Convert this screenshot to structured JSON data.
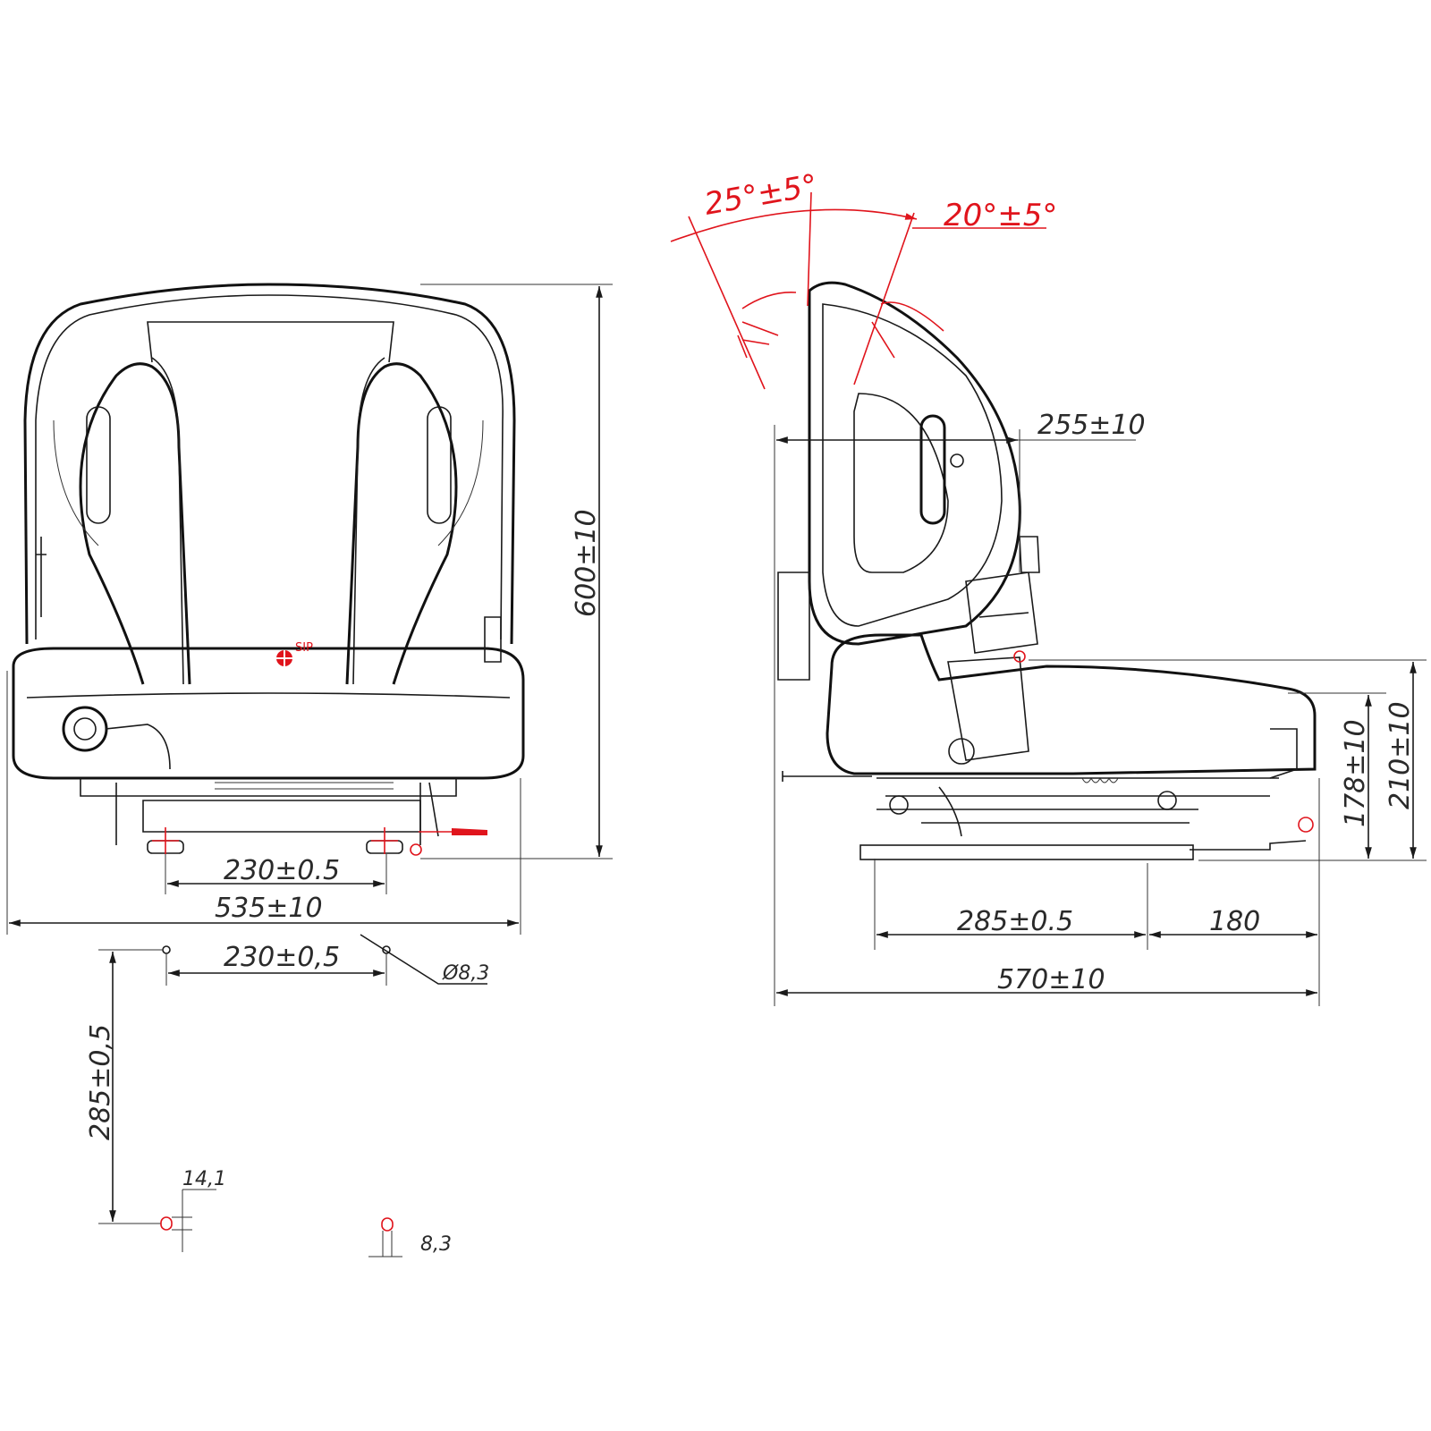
{
  "drawing": {
    "front_view": {
      "height_dim": "600±10",
      "mount_spacing_dim": "230±0.5",
      "overall_width_dim": "535±10",
      "sip_label": "SIP"
    },
    "mounting_pattern": {
      "hole_spacing_dim": "230±0,5",
      "hole_diameter_dim": "Ø8,3",
      "hole_pitch_dim": "285±0,5",
      "slot_length_dim": "14,1",
      "slot_width_dim": "8,3"
    },
    "side_view": {
      "recline_back_dim": "25°±5°",
      "recline_forward_dim": "20°±5°",
      "backrest_depth_dim": "255±10",
      "seat_height_low_dim": "178±10",
      "seat_height_high_dim": "210±10",
      "rail_mount_dim": "285±0.5",
      "slide_travel_dim": "180",
      "overall_depth_dim": "570±10"
    },
    "colors": {
      "line": "#1a1a1a",
      "annotation": "#e0141c"
    }
  }
}
